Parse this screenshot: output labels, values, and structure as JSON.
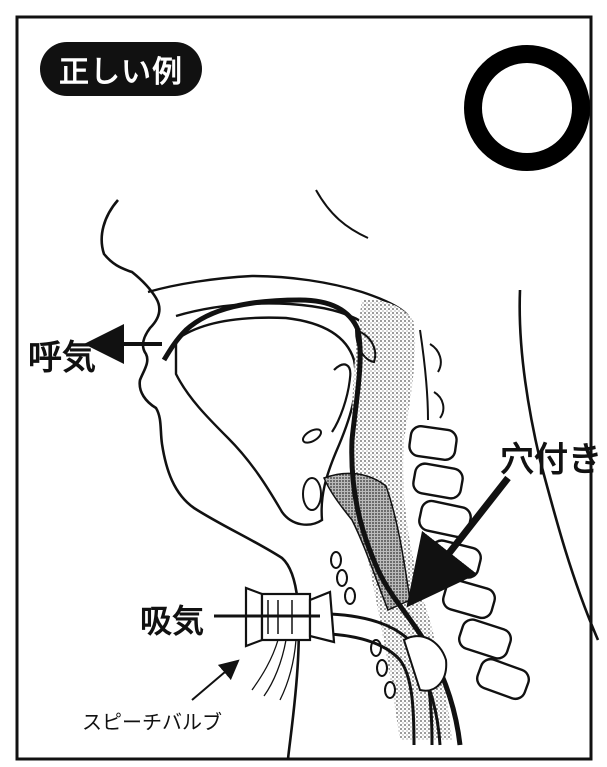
{
  "badge": {
    "text": "正しい例"
  },
  "mark": {
    "symbol": "circle-o",
    "color": "#000000"
  },
  "labels": {
    "exhale": "呼気",
    "inhale": "吸気",
    "hole": "穴付き",
    "speech_valve": "スピーチバルブ"
  },
  "colors": {
    "line": "#111111",
    "shade": "#9a9a9a",
    "background": "#ffffff"
  }
}
